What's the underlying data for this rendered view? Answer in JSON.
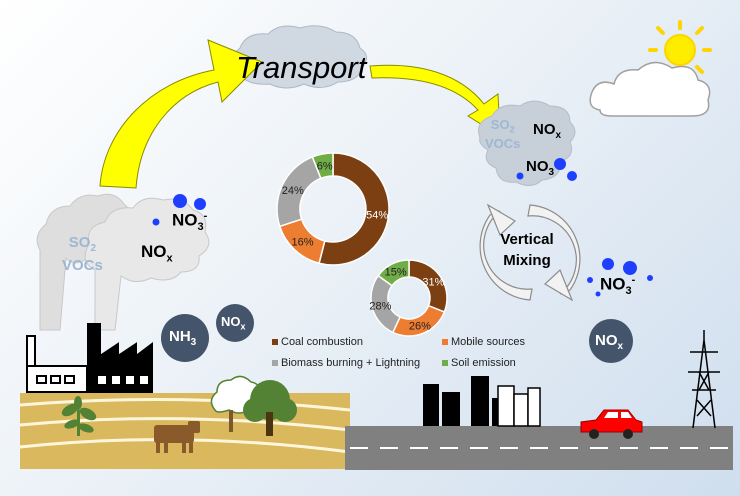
{
  "labels": {
    "transport": "Transport",
    "so2_left": "SO",
    "so2_sub": "2",
    "vocs_left": "VOCs",
    "no3_left": "NO",
    "no3_sub": "3",
    "no3_sup": "-",
    "nox_left": "NO",
    "nox_sub": "x",
    "nh3": "NH",
    "nh3_sub": "3",
    "nox_small": "NO",
    "nox_small_sub": "x",
    "so2_right": "SO",
    "so2_right_sub": "2",
    "vocs_right": "VOCs",
    "nox_right": "NO",
    "nox_right_sub": "x",
    "no3_right": "NO",
    "no3_right_sub": "3",
    "vertical_mixing_line1": "Vertical",
    "vertical_mixing_line2": "Mixing",
    "no3_far": "NO",
    "no3_far_sub": "3",
    "no3_far_sup": "-",
    "nox_far": "NO",
    "nox_far_sub": "x"
  },
  "colors": {
    "coal": "#7b3f12",
    "mobile": "#ed7d31",
    "biomass": "#a5a5a5",
    "soil": "#70ad47",
    "arrow": "#ffff00",
    "badge": "#44546a"
  },
  "legend": [
    {
      "label": "Coal combustion",
      "color": "#7b3f12"
    },
    {
      "label": "Mobile sources",
      "color": "#ed7d31"
    },
    {
      "label": "Biomass burning + Lightning",
      "color": "#a5a5a5"
    },
    {
      "label": "Soil emission",
      "color": "#70ad47"
    }
  ],
  "donut_large": {
    "values": [
      54,
      16,
      24,
      6
    ],
    "labels": [
      "54%",
      "16%",
      "24%",
      "6%"
    ],
    "colors": [
      "#7b3f12",
      "#ed7d31",
      "#a5a5a5",
      "#70ad47"
    ]
  },
  "donut_small": {
    "values": [
      31,
      26,
      28,
      15
    ],
    "labels": [
      "31%",
      "26%",
      "28%",
      "15%"
    ],
    "colors": [
      "#7b3f12",
      "#ed7d31",
      "#a5a5a5",
      "#70ad47"
    ]
  },
  "icons": [
    "sun-icon",
    "factory-icon",
    "cow-icon",
    "tree-icon",
    "car-icon",
    "power-tower-icon",
    "city-buildings-icon",
    "plant-icon"
  ]
}
